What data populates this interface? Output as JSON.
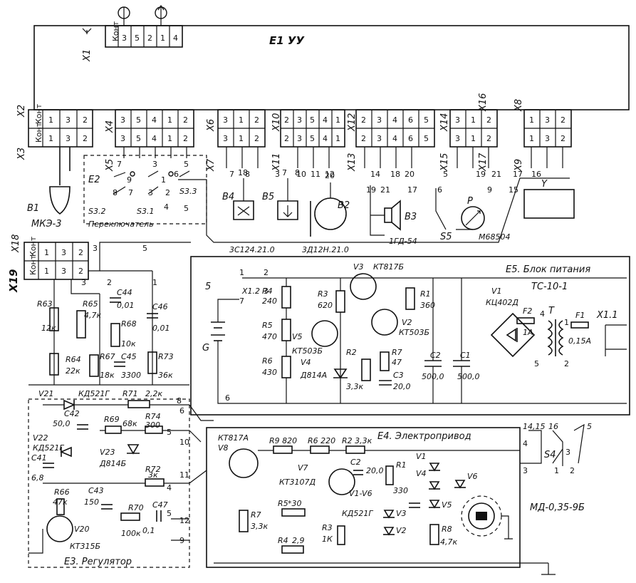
{
  "blocks": {
    "e1": "E1 УУ",
    "e5_title": "E5. Блок питания",
    "e5_model": "ТС-10-1",
    "e4": "E4. Электропривод",
    "e3": "E3. Регулятор"
  },
  "connectors": {
    "x1": "X1",
    "x2": "X2",
    "x3": "X3",
    "x4": "X4",
    "x5": "X5",
    "x6": "X6",
    "x7": "X7",
    "x8": "X8",
    "x9": "X9",
    "x10": "X10",
    "x11": "X11",
    "x12": "X12",
    "x13": "X13",
    "x14": "X14",
    "x15": "X15",
    "x16": "X16",
    "x17": "X17",
    "x18": "X18",
    "x19": "X19",
    "x11_1": "X1.1",
    "x1_2": "X1.2"
  },
  "contact_row_label": "Конт",
  "top_pins": [
    "3",
    "5",
    "2",
    "1",
    "4"
  ],
  "headers": {
    "x2": [
      "Конт",
      "1",
      "3",
      "2"
    ],
    "x4": [
      "3",
      "5",
      "4",
      "1",
      "2"
    ],
    "x6": [
      "3",
      "1",
      "2"
    ],
    "x10": [
      "2",
      "3",
      "5",
      "4",
      "1"
    ],
    "x12": [
      "2",
      "3",
      "4",
      "6",
      "5"
    ],
    "x14": [
      "3",
      "1",
      "2"
    ],
    "x16": [
      "1",
      "3",
      "2"
    ],
    "x18": [
      "Конт",
      "1",
      "3",
      "2"
    ]
  },
  "components": {
    "b1": "B1",
    "b1_model": "МКЭ-3",
    "b2": "B2",
    "b2_model": "3Д12Н.21.0",
    "b3": "B3",
    "b3_model": "1ГД-54",
    "b4": "B4",
    "b4_model": "3С124.21.0",
    "b5": "B5",
    "s5": "S5",
    "p": "P",
    "p_model": "М68504",
    "e2": "E2",
    "s3_1": "S3.1",
    "s3_2": "S3.2",
    "s3_3": "S3.3",
    "switch_name": "Переключатель",
    "g": "G",
    "y": "Y",
    "v3": "V3",
    "v3_model": "КТ817Б",
    "v2": "V2",
    "v2_model": "КТ503Б",
    "v5": "V5",
    "v5_model": "КТ503Б",
    "v4": "V4",
    "v4_model": "Д814А",
    "v1": "V1",
    "v1_model": "КЦ402Д",
    "r1": "R1",
    "r1_val": "360",
    "r2": "R2",
    "r2_val": "3,3к",
    "r3": "R3",
    "r3_val": "620",
    "r4": "R4",
    "r4_val": "240",
    "r5": "R5",
    "r5_val": "470",
    "r6": "R6",
    "r6_val": "430",
    "r7": "R7",
    "r7_val": "47",
    "c1": "C1",
    "c1_val": "500,0",
    "c2": "C2",
    "c2_val": "500,0",
    "c3": "C3",
    "c3_val": "20,0",
    "f1": "F1",
    "f1_val": "0,15А",
    "f2": "F2",
    "f2_val": "1А",
    "t": "T",
    "r63": "R63",
    "r63_val": "12к",
    "r64": "R64",
    "r64_val": "22к",
    "r65": "R65",
    "r65_val": "4,7к",
    "r67": "R67",
    "r67_val": "18к",
    "r68": "R68",
    "r68_val": "10к",
    "r73": "R73",
    "r73_val": "36к",
    "c44": "C44",
    "c44_val": "0,01",
    "c45": "C45",
    "c45_val": "3300",
    "c46": "C46",
    "c46_val": "0,01",
    "v21": "V21",
    "v21_model": "КД521Г",
    "r71": "R71",
    "r71_val": "2,2к",
    "c42": "C42",
    "c42_val": "50,0",
    "r69": "R69",
    "r69_val": "68к",
    "r74": "R74",
    "r74_val": "300",
    "v22": "V22",
    "v22_model": "КД521Г",
    "v23": "V23",
    "v23_model": "Д814Б",
    "c41": "C41",
    "c41_val": "6,8",
    "r72": "R72",
    "r72_val": "3к",
    "r66": "R66",
    "r66_val": "47к",
    "c43": "C43",
    "c43_val": "150",
    "c47": "C47",
    "c47_val": "0,1",
    "r70": "R70",
    "r70_val": "100к",
    "v20": "V20",
    "v20_model": "КТ315Б",
    "v8": "V8",
    "v8_model": "КТ817А",
    "e4_r9": "R9 820",
    "e4_r6": "R6 220",
    "e4_r2": "R2 3,3к",
    "v7": "V7",
    "v7_model": "КТ3107Д",
    "e4_c2": "C2",
    "e4_c2_val": "20,0",
    "e4_r1": "R1",
    "e4_r1_val": "330",
    "v1_v6": "V1-V6",
    "v1_v6_model": "КД521Г",
    "e4_r5": "R5",
    "e4_r5_val": "*30",
    "e4_r7": "R7",
    "e4_r7_val": "3,3к",
    "e4_r4": "R4",
    "e4_r4_val": "2,9",
    "e4_r3": "R3",
    "e4_r3_val": "1К",
    "e4_r8": "R8",
    "e4_r8_val": "4,7к",
    "e4_v1": "V1",
    "e4_v2": "V2",
    "e4_v3": "V3",
    "e4_v4": "V4",
    "e4_v5": "V5",
    "e4_v6": "V6",
    "motor_model": "МД-0,35-9Б",
    "s4": "S4"
  },
  "nodes": {
    "n7a": "7",
    "n8a": "8",
    "n3a": "3",
    "n10": "10",
    "n11": "11",
    "n12": "12",
    "n14": "14",
    "n18": "18",
    "n20": "20",
    "n5a": "5",
    "n19": "19",
    "n21": "21",
    "n17": "17",
    "n16": "16",
    "n18b": "18",
    "n7b": "7",
    "n8b": "8",
    "n20b": "20",
    "n19b": "19",
    "n21b": "21",
    "n17b": "17",
    "n6": "6",
    "n9": "9",
    "n15": "15",
    "s9": "9",
    "s7": "7",
    "s3": "3",
    "s1": "1",
    "s2": "2",
    "s5": "5",
    "s6": "6",
    "s4": "4",
    "s8": "8",
    "e5_1": "1",
    "e5_2": "2",
    "e5_3": "3",
    "e5_7": "7",
    "e5_5": "5",
    "e5_6": "6",
    "t4": "4",
    "t5": "5",
    "t1": "1",
    "t2": "2",
    "e3_3": "3",
    "e3_2": "2",
    "e3_1": "1",
    "e3_4": "4",
    "e3_5": "5",
    "e3_6": "6",
    "e3_7": "7",
    "e3_8": "8",
    "e3_9": "9",
    "e3_10": "10",
    "e3_11": "11",
    "e3_12": "12",
    "e4_4": "4",
    "e4_3": "3",
    "e4_1": "1",
    "e4_2": "2",
    "e4_5": "5",
    "e4_14": "14,15",
    "e4_16": "16"
  }
}
